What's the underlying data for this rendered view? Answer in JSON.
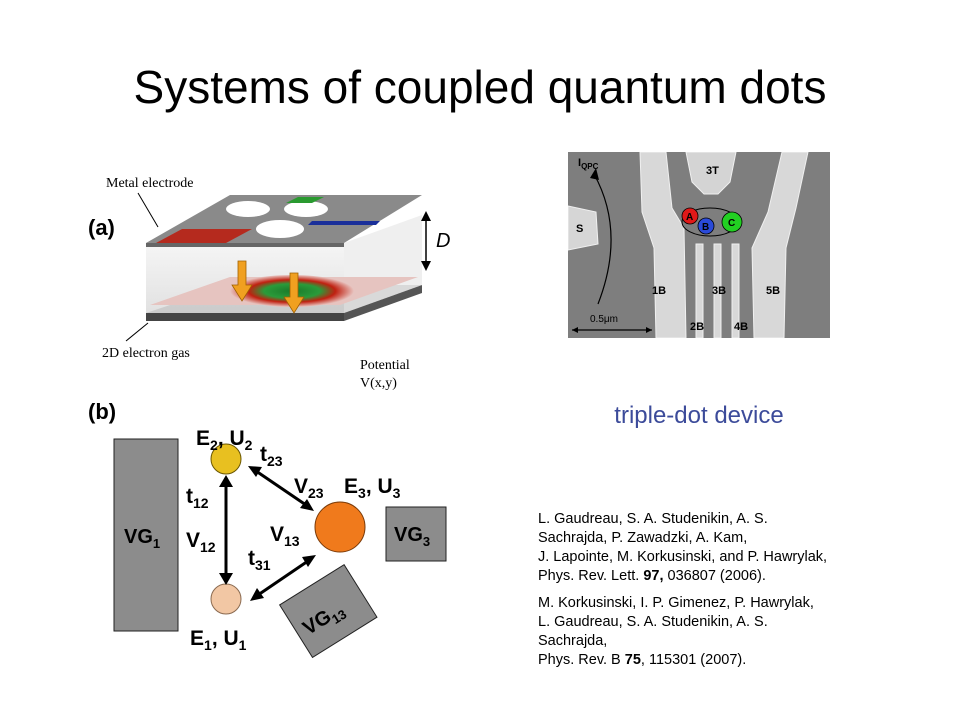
{
  "slide": {
    "title": "Systems of coupled quantum dots",
    "caption": "triple-dot device"
  },
  "fig_a": {
    "panel_label": "(a)",
    "metal_electrode": "Metal electrode",
    "d_label": "D",
    "electron_gas": "2D electron gas",
    "potential_line1": "Potential",
    "potential_line2": "V(x,y)"
  },
  "fig_b": {
    "panel_label": "(b)",
    "vg1": "VG",
    "vg1_sub": "1",
    "vg3": "VG",
    "vg3_sub": "3",
    "vg13": "VG",
    "vg13_sub": "13",
    "e2": "E",
    "e2_sub": "2",
    "u2": ", U",
    "u2_sub": "2",
    "e3": "E",
    "e3_sub": "3",
    "u3": ", U",
    "u3_sub": "3",
    "e1": "E",
    "e1_sub": "1",
    "u1": ", U",
    "u1_sub": "1",
    "t12": "t",
    "t12_sub": "12",
    "v12": "V",
    "v12_sub": "12",
    "t23": "t",
    "t23_sub": "23",
    "v23": "V",
    "v23_sub": "23",
    "v13": "V",
    "v13_sub": "13",
    "t31": "t",
    "t31_sub": "31",
    "colors": {
      "dot2": "#e8c020",
      "dot3": "#f07a1c",
      "dot1": "#f2c7a4",
      "gate": "#8c8c8c"
    }
  },
  "sem": {
    "iqpc": "I",
    "iqpc_sub": "QPC",
    "s": "S",
    "t3": "3T",
    "b1": "1B",
    "b3": "3B",
    "b5": "5B",
    "b2": "2B",
    "b4": "4B",
    "scale": "0.5μm",
    "dot_a": "A",
    "dot_b": "B",
    "dot_c": "C"
  },
  "references": {
    "ref1": {
      "lines": [
        "L. Gaudreau, S. A. Studenikin, A. S.",
        "Sachrajda, P. Zawadzki, A. Kam,",
        "J. Lapointe, M. Korkusinski, and P. Hawrylak,"
      ],
      "journal_pre": "Phys. Rev. Lett. ",
      "volume": "97,",
      "journal_post": " 036807 (2006)."
    },
    "ref2": {
      "lines": [
        "M. Korkusinski, I. P. Gimenez, P. Hawrylak,",
        "L. Gaudreau, S. A. Studenikin, A. S.",
        "Sachrajda,"
      ],
      "journal_pre": "Phys. Rev. B ",
      "volume": "75",
      "journal_post": ", 115301 (2007)."
    }
  }
}
